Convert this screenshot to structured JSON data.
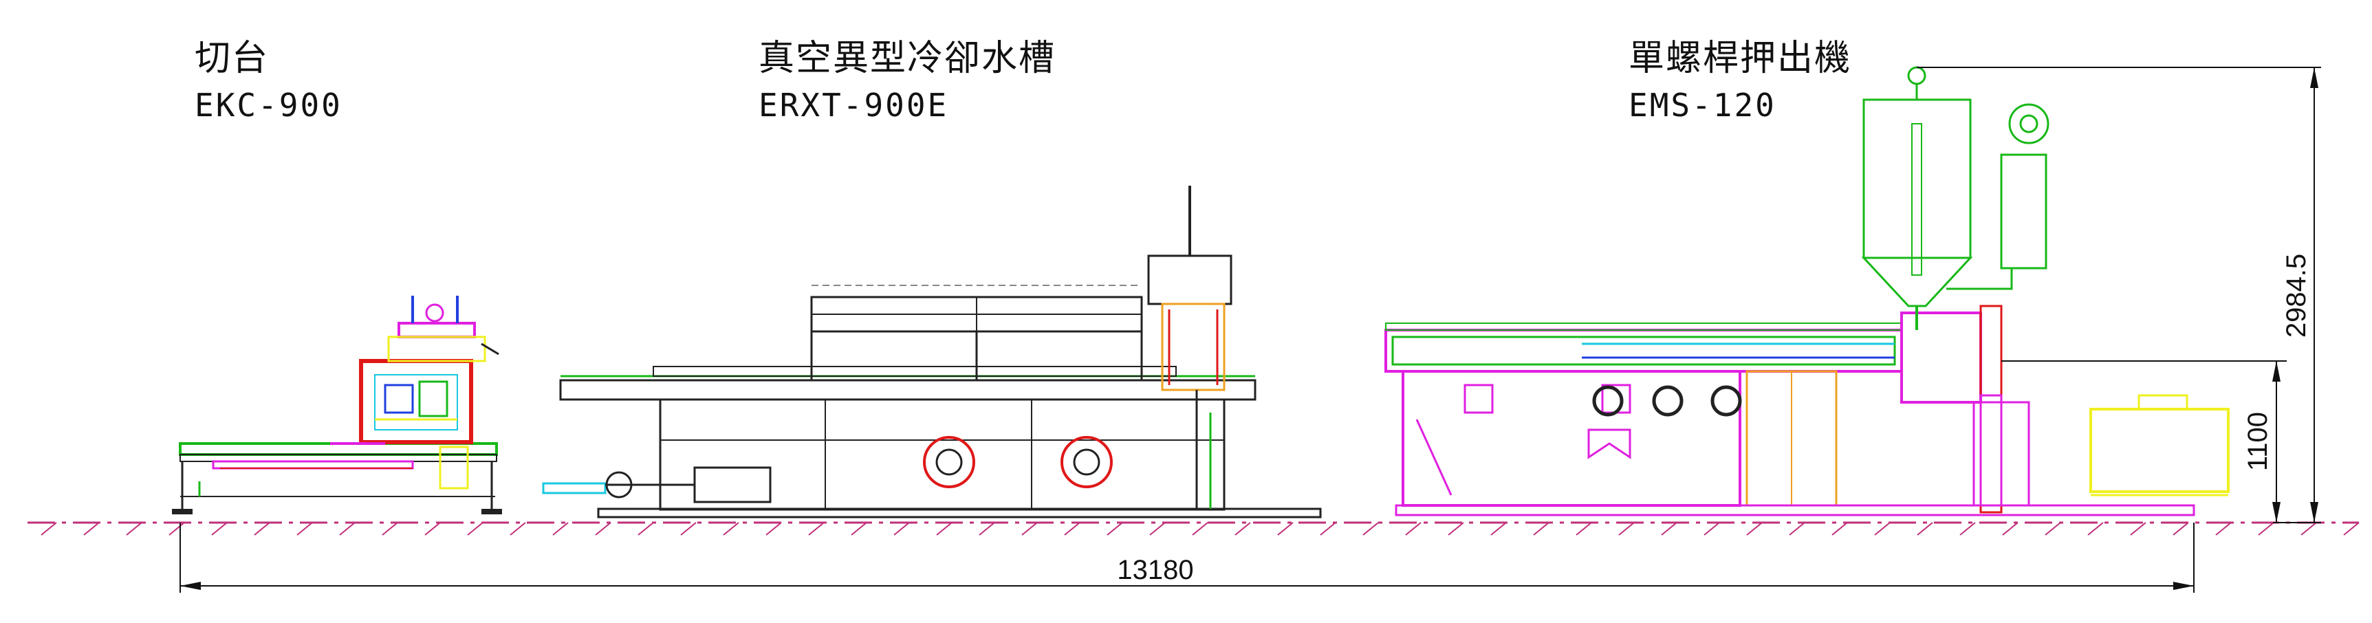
{
  "machines": [
    {
      "name": "切台",
      "model": "EKC-900"
    },
    {
      "name": "真空異型冷卻水槽",
      "model": "ERXT-900E"
    },
    {
      "name": "單螺桿押出機",
      "model": "EMS-120"
    }
  ],
  "dimensions": {
    "total_length": "13180",
    "total_height": "2984.5",
    "center_height": "1100"
  },
  "colors": {
    "ground": "#c0307a",
    "line": "#222222",
    "red": "#e01818",
    "magenta": "#e020e0",
    "green": "#18b818",
    "yellow": "#f0f020",
    "cyan": "#18c8e0",
    "blue": "#2040e0",
    "orange": "#f0a020"
  }
}
